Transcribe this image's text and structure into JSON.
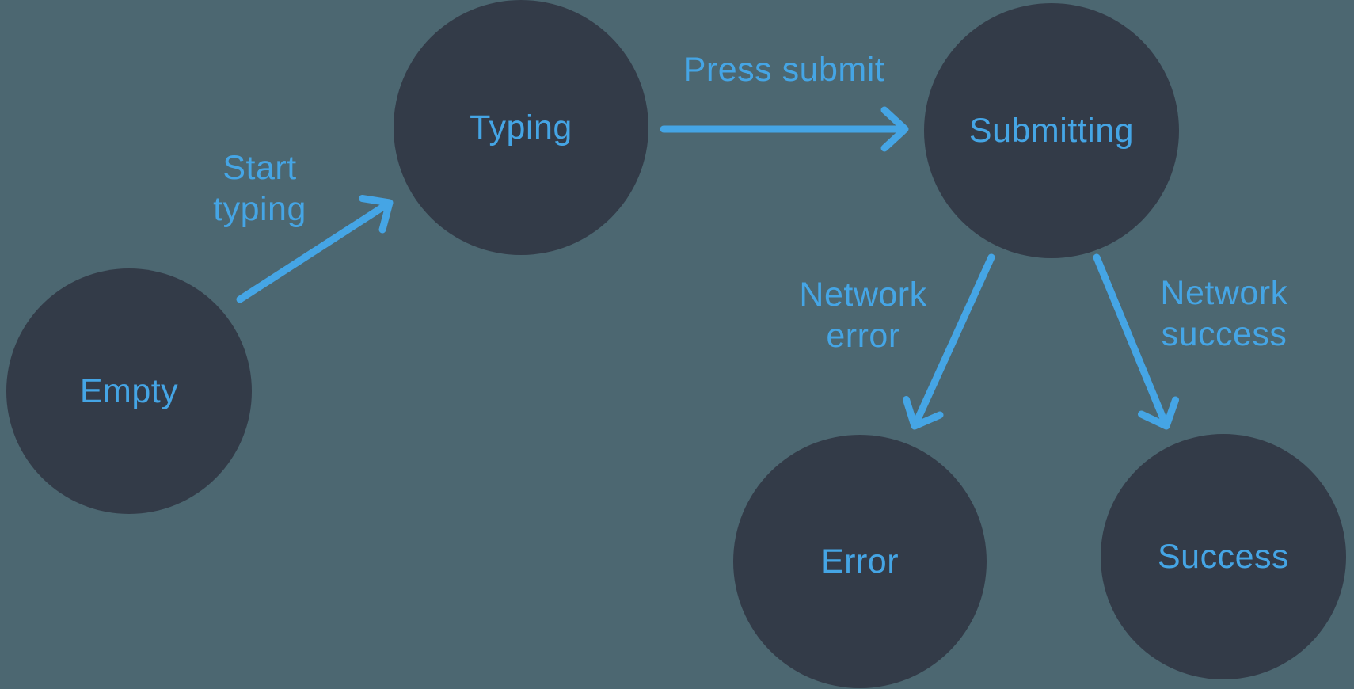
{
  "diagram": {
    "type": "state-machine",
    "states": [
      {
        "id": "empty",
        "label": "Empty"
      },
      {
        "id": "typing",
        "label": "Typing"
      },
      {
        "id": "submitting",
        "label": "Submitting"
      },
      {
        "id": "error",
        "label": "Error"
      },
      {
        "id": "success",
        "label": "Success"
      }
    ],
    "transitions": [
      {
        "from": "empty",
        "to": "typing",
        "label": "Start\ntyping"
      },
      {
        "from": "typing",
        "to": "submitting",
        "label": "Press submit"
      },
      {
        "from": "submitting",
        "to": "error",
        "label": "Network\nerror"
      },
      {
        "from": "submitting",
        "to": "success",
        "label": "Network\nsuccess"
      }
    ],
    "colors": {
      "background": "#4C6771",
      "node_fill": "#333B48",
      "accent_blue": "#45A5E5"
    }
  }
}
